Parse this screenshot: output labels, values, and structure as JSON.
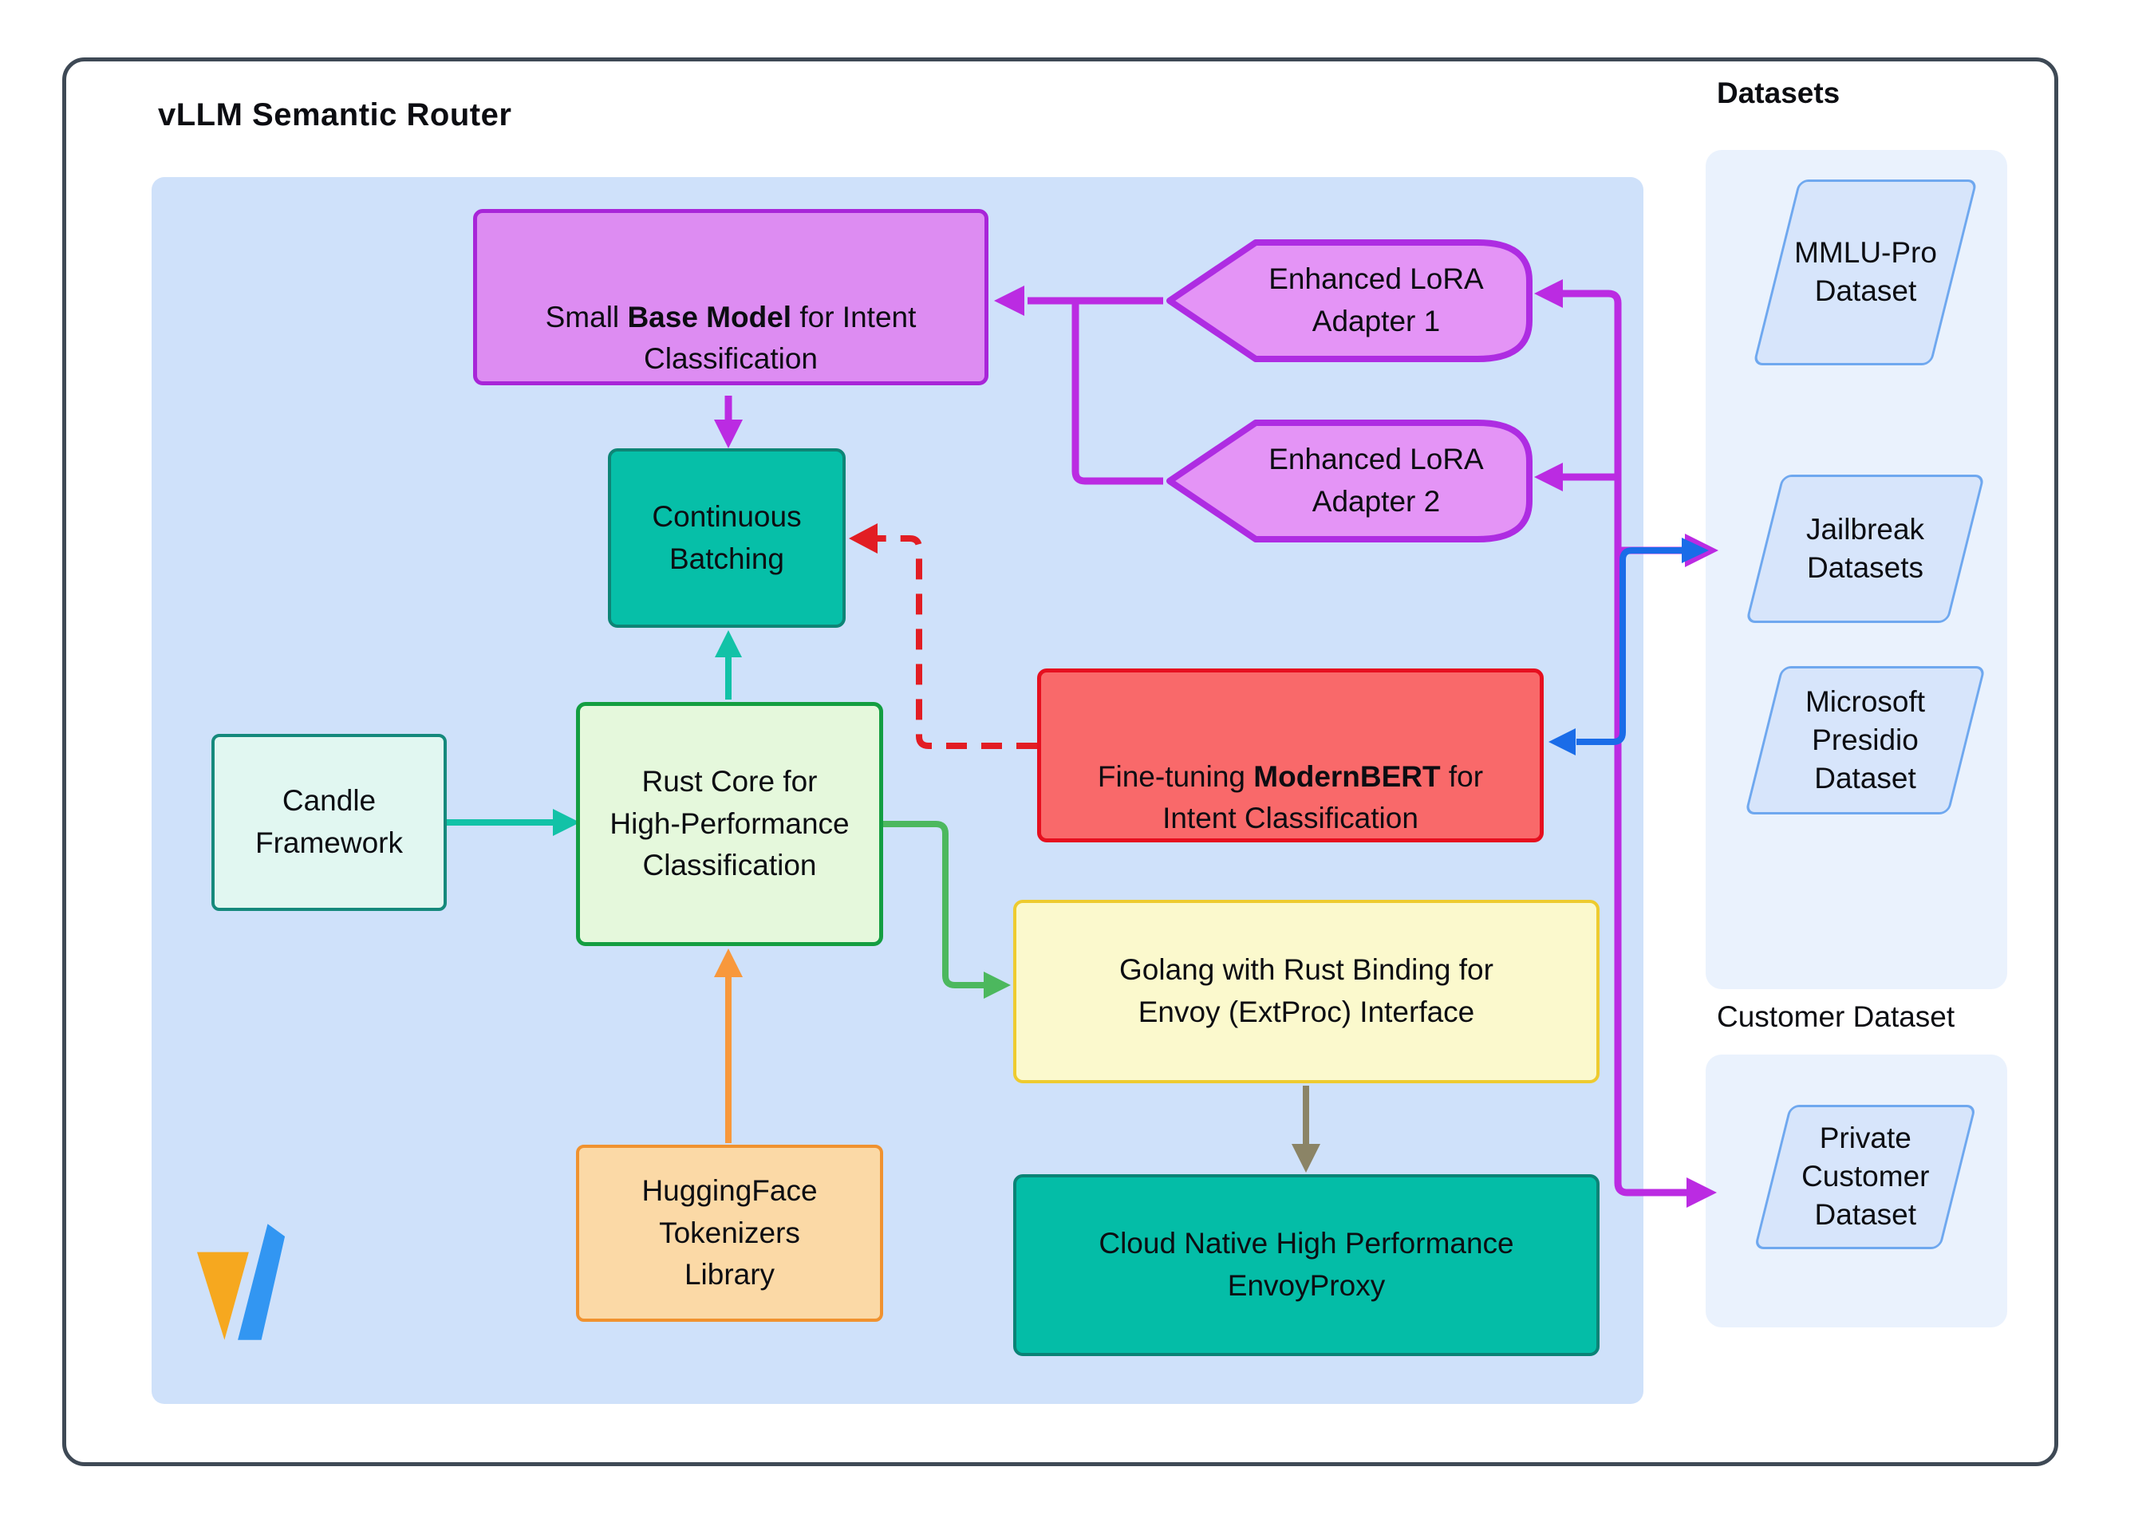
{
  "header": {
    "title": "vLLM Semantic Router"
  },
  "sections": {
    "datasets_label": "Datasets",
    "customer_label": "Customer Dataset"
  },
  "nodes": {
    "base_model": {
      "pre": "Small ",
      "bold": "Base Model",
      "post": " for Intent Classification"
    },
    "adapter1": {
      "label": "Enhanced LoRA\nAdapter 1"
    },
    "adapter2": {
      "label": "Enhanced LoRA\nAdapter 2"
    },
    "continuous_batching": {
      "label": "Continuous\nBatching"
    },
    "modernbert": {
      "pre": "Fine-tuning ",
      "bold": "ModernBERT",
      "post": " for Intent Classification"
    },
    "candle": {
      "label": "Candle\nFramework"
    },
    "rust_core": {
      "label": "Rust Core for\nHigh-Performance\nClassification"
    },
    "golang": {
      "label": "Golang with Rust Binding for\nEnvoy (ExtProc) Interface"
    },
    "envoyproxy": {
      "label": "Cloud Native High Performance\nEnvoyProxy"
    },
    "huggingface": {
      "label": "HuggingFace\nTokenizers\nLibrary"
    },
    "mmlu": {
      "label": "MMLU-Pro\nDataset"
    },
    "jailbreak": {
      "label": "Jailbreak\nDatasets"
    },
    "presidio": {
      "label": "Microsoft\nPresidio\nDataset"
    },
    "private_customer": {
      "label": "Private\nCustomer\nDataset"
    }
  },
  "icons": {
    "vllm_logo": "vllm-logo"
  },
  "colors": {
    "canvas_bg": "#ffffff",
    "card_border": "#3e4955",
    "main_panel_bg": "#cfe1fa",
    "side_panel_bg": "#eaf2fd",
    "base_model_fill": "#dd8cf2",
    "base_model_border": "#a825d8",
    "adapter_fill": "#e494f6",
    "adapter_border": "#ae2ce2",
    "batching_fill": "#06bfa8",
    "batching_border": "#0e8576",
    "modernbert_fill": "#f9696a",
    "modernbert_border": "#e60f1f",
    "candle_fill": "#e1f7f1",
    "candle_border": "#15897c",
    "rust_fill": "#e5f8dc",
    "rust_border": "#149e41",
    "golang_fill": "#fbf9cd",
    "golang_border": "#eecb2f",
    "huggingface_fill": "#fbd9a6",
    "huggingface_border": "#f0922f",
    "envoy_fill": "#04bda7",
    "envoy_border": "#0b8376",
    "parallelogram_fill": "#d7e5fb",
    "parallelogram_border": "#6fa8ef",
    "edge_magenta": "#bb2be2",
    "edge_blue": "#1a6ce8",
    "edge_teal": "#12c2a7",
    "edge_green": "#4cb85e",
    "edge_orange": "#f8983c",
    "edge_olive": "#8b8466",
    "edge_red": "#e21d23",
    "logo_orange": "#f6a81f",
    "logo_blue": "#3296f2"
  },
  "edges": [
    {
      "from": "adapter1",
      "to": "base_model",
      "color": "#bb2be2",
      "style": "solid"
    },
    {
      "from": "adapter2",
      "to": "base_model",
      "color": "#bb2be2",
      "style": "solid"
    },
    {
      "from": "base_model",
      "to": "continuous_batching",
      "color": "#bb2be2",
      "style": "solid"
    },
    {
      "from": "datasets_trunk",
      "to": "adapter1",
      "color": "#bb2be2",
      "style": "solid"
    },
    {
      "from": "datasets_trunk",
      "to": "adapter2",
      "color": "#bb2be2",
      "style": "solid"
    },
    {
      "from": "datasets_trunk",
      "to": "jailbreak",
      "color": "#bb2be2",
      "style": "solid"
    },
    {
      "from": "datasets_trunk",
      "to": "private_customer",
      "color": "#bb2be2",
      "style": "solid"
    },
    {
      "from": "modernbert",
      "to": "jailbreak",
      "color": "#1a6ce8",
      "style": "solid"
    },
    {
      "from": "jailbreak",
      "to": "modernbert",
      "color": "#1a6ce8",
      "style": "solid"
    },
    {
      "from": "modernbert",
      "to": "continuous_batching",
      "color": "#e21d23",
      "style": "dashed"
    },
    {
      "from": "candle",
      "to": "rust_core",
      "color": "#12c2a7",
      "style": "solid"
    },
    {
      "from": "rust_core",
      "to": "continuous_batching",
      "color": "#12c2a7",
      "style": "solid"
    },
    {
      "from": "rust_core",
      "to": "golang",
      "color": "#4cb85e",
      "style": "solid"
    },
    {
      "from": "huggingface",
      "to": "rust_core",
      "color": "#f8983c",
      "style": "solid"
    },
    {
      "from": "golang",
      "to": "envoyproxy",
      "color": "#8b8466",
      "style": "solid"
    }
  ]
}
